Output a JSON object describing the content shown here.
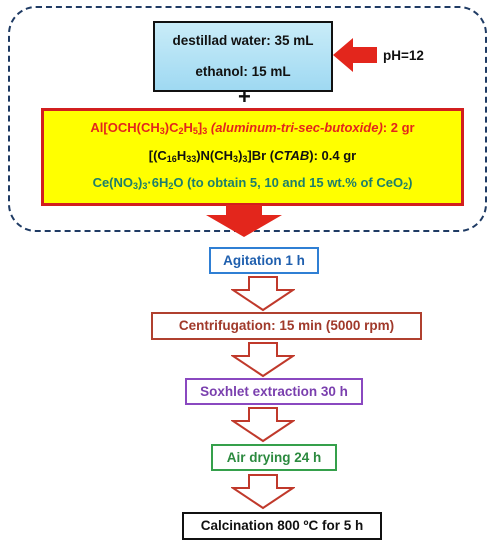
{
  "solvent": {
    "water": "destillad water: 35 mL",
    "ethanol": "ethanol: 15 mL",
    "ph": "pH=12"
  },
  "plus": "+",
  "reagents": {
    "line1": {
      "formula_a": "Al[OCH(CH",
      "sub_a": "3",
      "formula_b": ")C",
      "sub_b": "2",
      "formula_c": "H",
      "sub_c": "5",
      "formula_d": "]",
      "sub_d": "3",
      "name": "(aluminum-tri-sec-butoxide)",
      "amount": ": 2 gr"
    },
    "line2": {
      "formula_a": "[(C",
      "sub_a": "16",
      "formula_b": "H",
      "sub_b": "33",
      "formula_c": ")N(CH",
      "sub_c": "3",
      "formula_d": ")",
      "sub_d": "3",
      "formula_e": "]Br (",
      "name": "CTAB",
      "amount": "): 0.4 gr"
    },
    "line3": {
      "formula_a": "Ce(NO",
      "sub_a": "3",
      "formula_b": ")",
      "sub_b": "3",
      "formula_c": "·6H",
      "sub_c": "2",
      "formula_d": "O (to obtain 5, 10 and 15 wt.% of CeO",
      "sub_d": "2",
      "formula_e": ")"
    }
  },
  "steps": [
    {
      "label": "Agitation 1 h",
      "color": "#2f7fd4"
    },
    {
      "label": "Centrifugation:  15 min (5000 rpm)",
      "color": "#b0402f"
    },
    {
      "label": "Soxhlet extraction 30 h",
      "color": "#8a48c0"
    },
    {
      "label": "Air drying 24 h",
      "color": "#35a04b"
    },
    {
      "label": "Calcination 800 ºC for 5 h",
      "color": "#111111"
    }
  ],
  "colors": {
    "frame_dash": "#1f3b64",
    "reagent_box_fill": "#ffff00",
    "reagent_box_border": "#d21f1f",
    "solvent_box_fill": "#b3e3f5",
    "arrow_red": "#e3261c",
    "hollow_arrow_stroke": "#c0392b"
  },
  "icons": {
    "ph_arrow": "red-left-arrow-icon",
    "flow_arrow": "red-down-arrow-icon",
    "step_arrow": "hollow-down-arrow-icon"
  }
}
